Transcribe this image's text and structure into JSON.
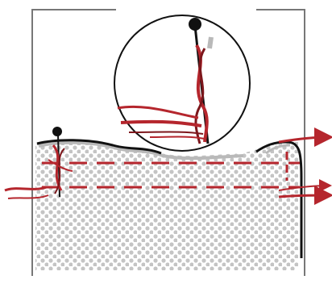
{
  "diagram": {
    "colors": {
      "frame": "#777777",
      "ink": "#111111",
      "thread": "#b5262d",
      "thread_dark": "#7d171c",
      "shadow": "#b9b9b9",
      "dots": "#c4c4c4",
      "magnifier_ring": "#111111"
    },
    "elements": [
      "fabric-frame",
      "dotted-fabric-region",
      "fabric-edge",
      "small-pin",
      "magnified-view",
      "dashed-thread-lines",
      "thread-arrows"
    ],
    "icons": [
      "pin-icon",
      "arrow-right-icon"
    ]
  }
}
